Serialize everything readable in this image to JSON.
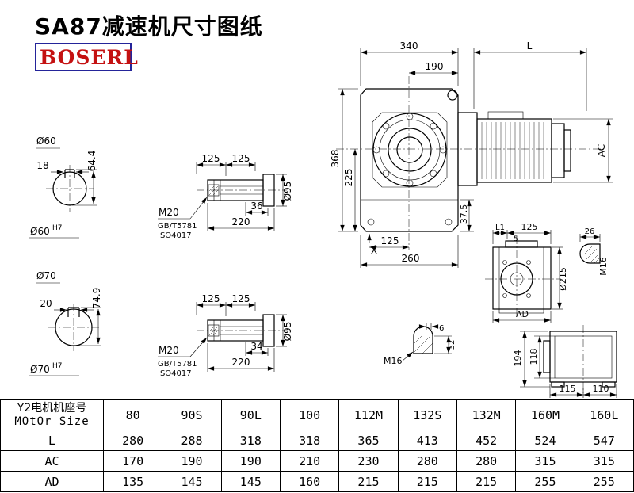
{
  "page": {
    "title": "SA87减速机尺寸图纸",
    "logo": "BOSERL"
  },
  "d": {
    "c1_dia": "Ø60",
    "c1_tol": "H7",
    "c1_w": "18",
    "c1_h": "64.4",
    "c2_dia": "Ø70",
    "c2_tol": "H7",
    "c2_w": "20",
    "c2_h": "74.9",
    "s1_125a": "125",
    "s1_125b": "125",
    "s1_m20": "M20",
    "s1_gb": "GB/T5781",
    "s1_iso": "ISO4017",
    "s1_len": "36",
    "s1_total": "220",
    "s1_dia": "Ø95",
    "s2_125a": "125",
    "s2_125b": "125",
    "s2_m20": "M20",
    "s2_gb": "GB/T5781",
    "s2_iso": "ISO4017",
    "s2_len": "34",
    "s2_total": "220",
    "s2_dia": "Ø95",
    "m_340": "340",
    "m_L": "L",
    "m_190": "190",
    "m_368": "368",
    "m_225": "225",
    "m_375": "37.5",
    "m_125": "125",
    "m_260": "260",
    "m_X": "X",
    "m_AC": "AC",
    "v_L1": "L1",
    "v_125": "125",
    "v_5": "5",
    "v_26": "26",
    "v_M16": "M16",
    "v_d215": "Ø215",
    "v_AD": "AD",
    "k_6": "6",
    "k_32": "32",
    "k_M16": "M16",
    "b_194": "194",
    "b_118": "118",
    "b_115": "115",
    "b_110": "110"
  },
  "table": {
    "header_cn": "Y2电机机座号",
    "header_en": "MOtOr Size",
    "sizes": [
      "80",
      "90S",
      "90L",
      "100",
      "112M",
      "132S",
      "132M",
      "160M",
      "160L"
    ],
    "rows": [
      {
        "label": "L",
        "values": [
          "280",
          "288",
          "318",
          "318",
          "365",
          "413",
          "452",
          "524",
          "547"
        ]
      },
      {
        "label": "AC",
        "values": [
          "170",
          "190",
          "190",
          "210",
          "230",
          "280",
          "280",
          "315",
          "315"
        ]
      },
      {
        "label": "AD",
        "values": [
          "135",
          "145",
          "145",
          "160",
          "215",
          "215",
          "215",
          "255",
          "255"
        ]
      }
    ]
  }
}
